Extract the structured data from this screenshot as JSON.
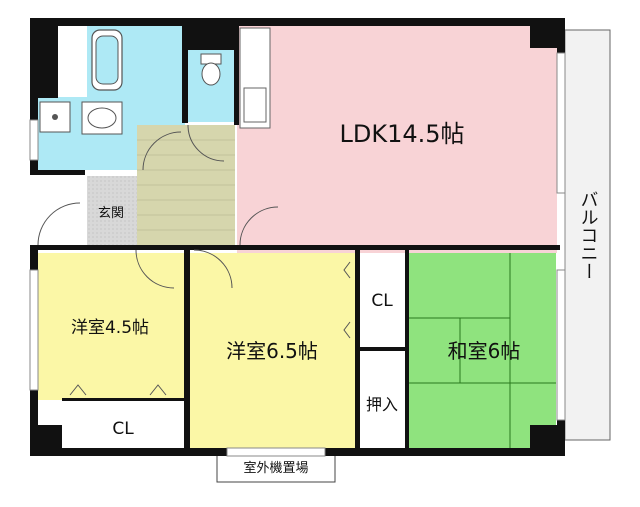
{
  "labels": {
    "ldk": "LDK14.5帖",
    "yoshitsu_small": "洋室4.5帖",
    "yoshitsu_large": "洋室6.5帖",
    "washitsu": "和室6帖",
    "cl_bottom": "CL",
    "cl_mid": "CL",
    "oshiire": "押入",
    "genkan": "玄関",
    "balcony": "バルコニー",
    "outdoor_unit": "室外機置場"
  },
  "colors": {
    "ldk": "#f8d3d6",
    "wet": "#aee9f5",
    "yoshitsu": "#fbf7a6",
    "washitsu": "#8fe37e",
    "genkan": "#d8d8d8",
    "floor_strip": "#d6d6ad",
    "wall": "#111111",
    "balcony": "#f1f1f1"
  }
}
